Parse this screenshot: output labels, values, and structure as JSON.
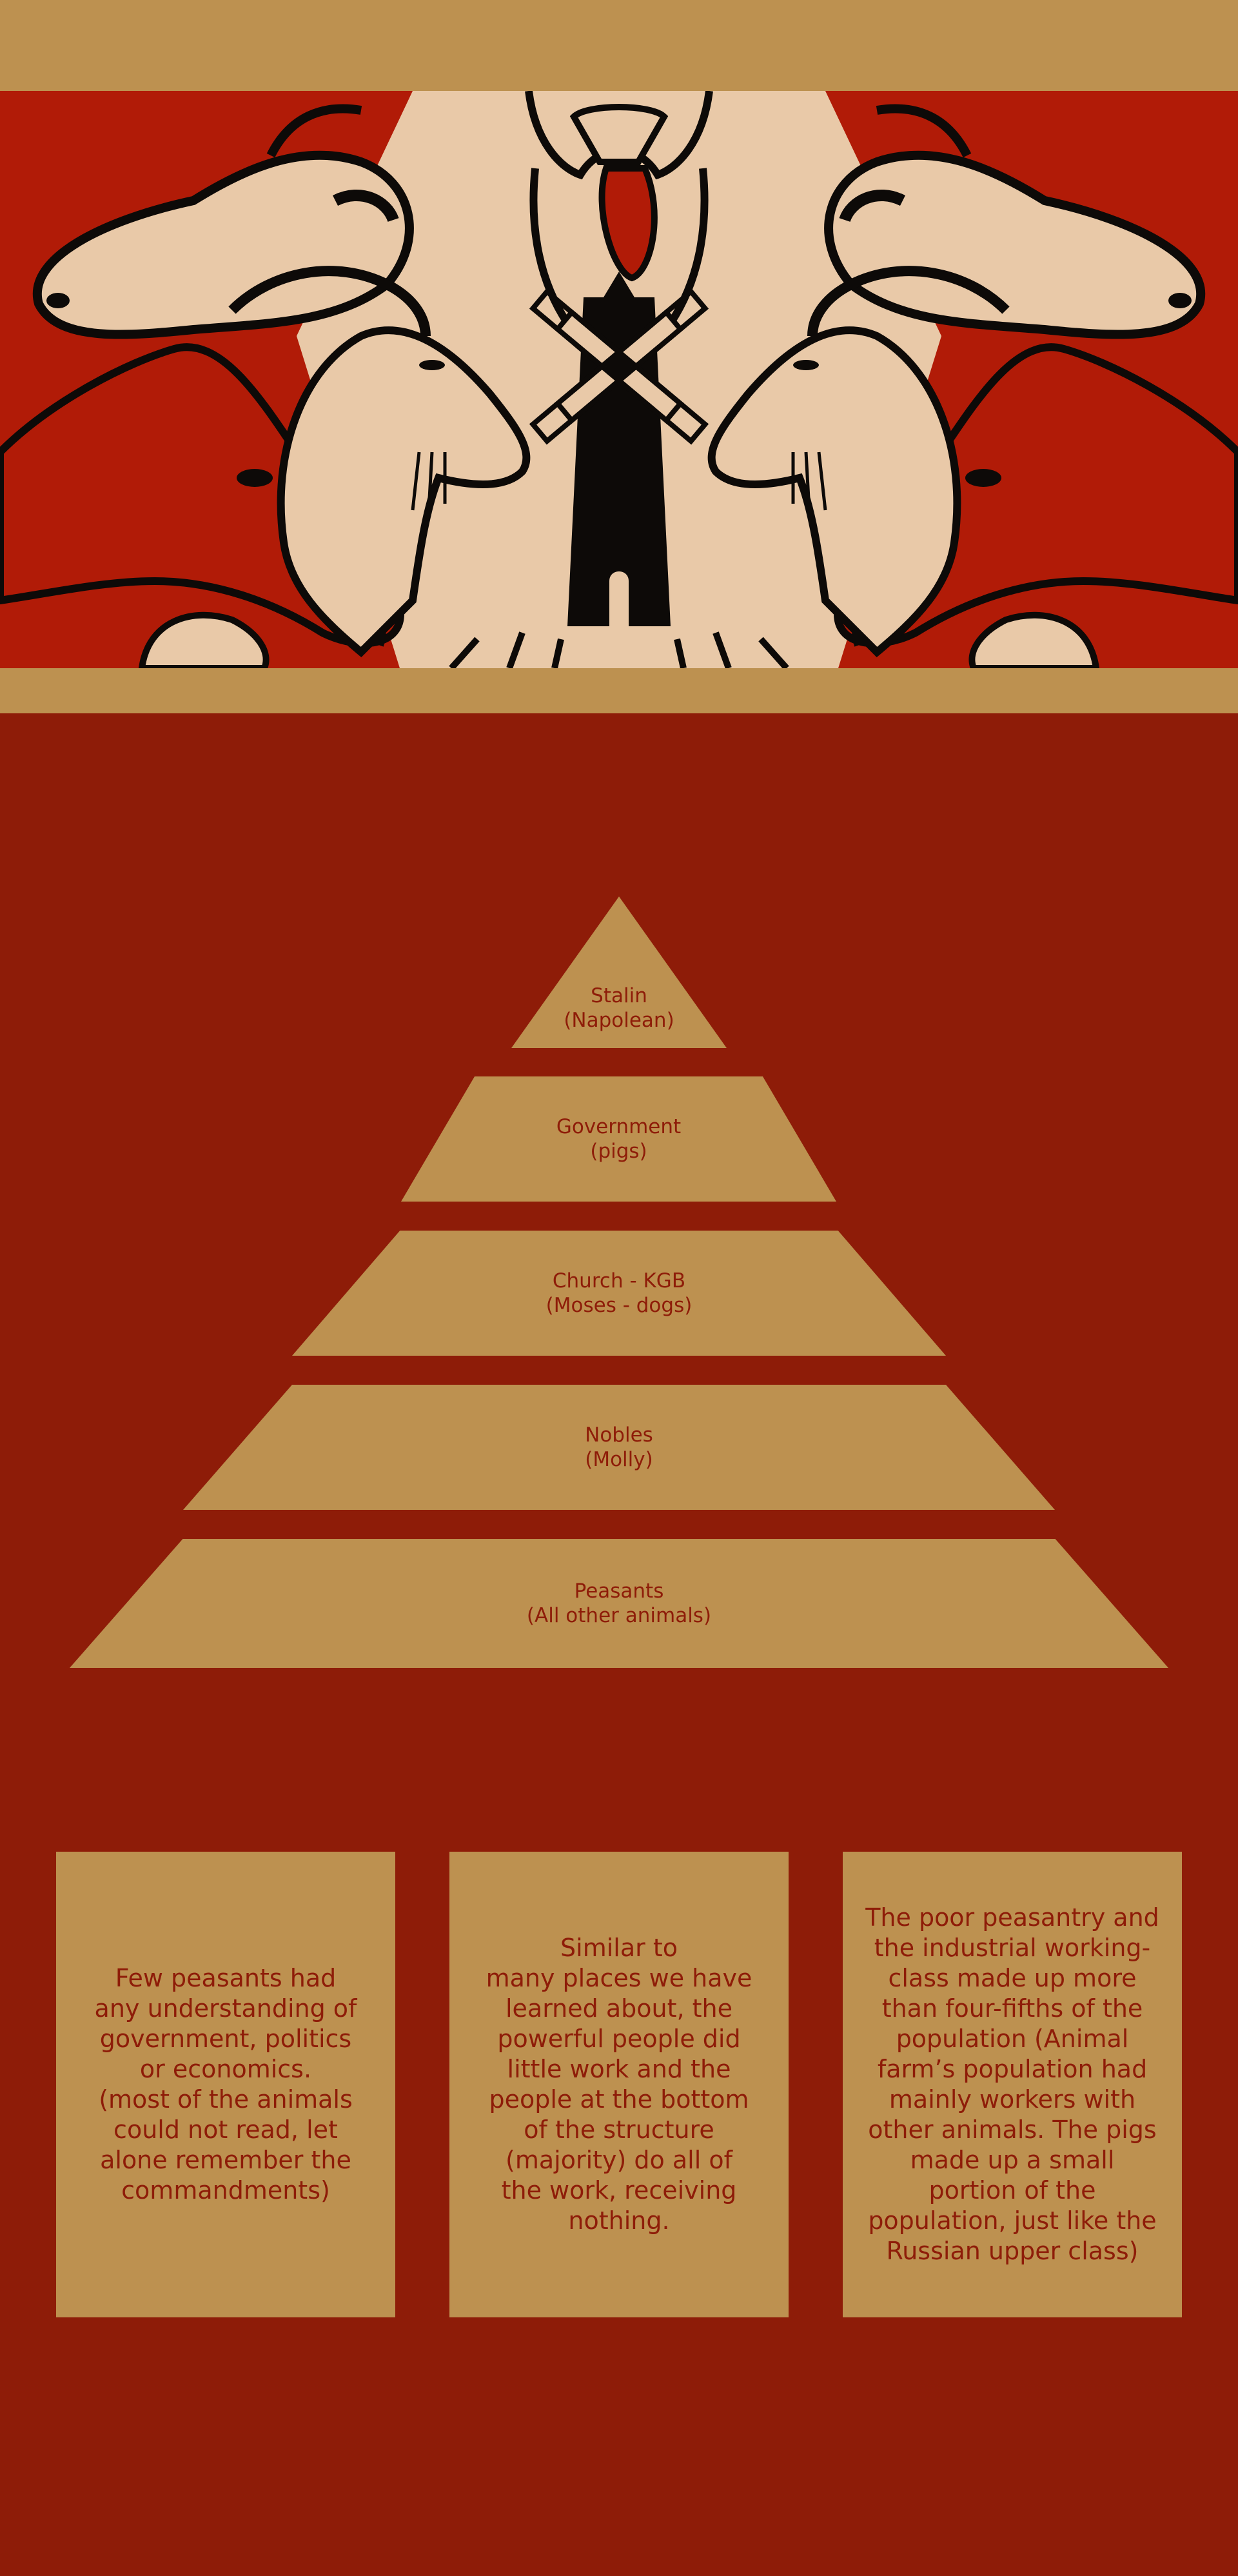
{
  "colors": {
    "background": "#8e1c08",
    "tan": "#bd9150",
    "cream": "#e9c9a8",
    "red": "#b11b07",
    "ink": "#0d0a08"
  },
  "banner": {
    "description_icons": [
      "cow-icon",
      "rooster-icon",
      "goat-icon",
      "horse-icon",
      "windmill-icon"
    ]
  },
  "pyramid": {
    "tiers": [
      {
        "title": "Stalin",
        "subtitle": "(Napolean)"
      },
      {
        "title": "Government",
        "subtitle": "(pigs)"
      },
      {
        "title": "Church - KGB",
        "subtitle": "(Moses - dogs)"
      },
      {
        "title": "Nobles",
        "subtitle": "(Molly)"
      },
      {
        "title": "Peasants",
        "subtitle": "(All other animals)"
      }
    ]
  },
  "cards": [
    {
      "text": "Few peasants had\nany understanding of\ngovernment, politics\nor economics.\n(most of the animals\ncould not read, let\nalone remember the\ncommandments)"
    },
    {
      "text": "Similar to\nmany places we have\nlearned about, the\npowerful people did\nlittle work and the\npeople at the bottom\nof the structure\n(majority) do all of\nthe work, receiving\nnothing."
    },
    {
      "text": "The poor peasantry and\nthe industrial working-\nclass made up more\nthan four-fifths of the\npopulation (Animal\nfarm’s population had\nmainly workers with\nother animals. The pigs\nmade up a small\nportion of the\npopulation, just like the\nRussian upper class)"
    }
  ]
}
